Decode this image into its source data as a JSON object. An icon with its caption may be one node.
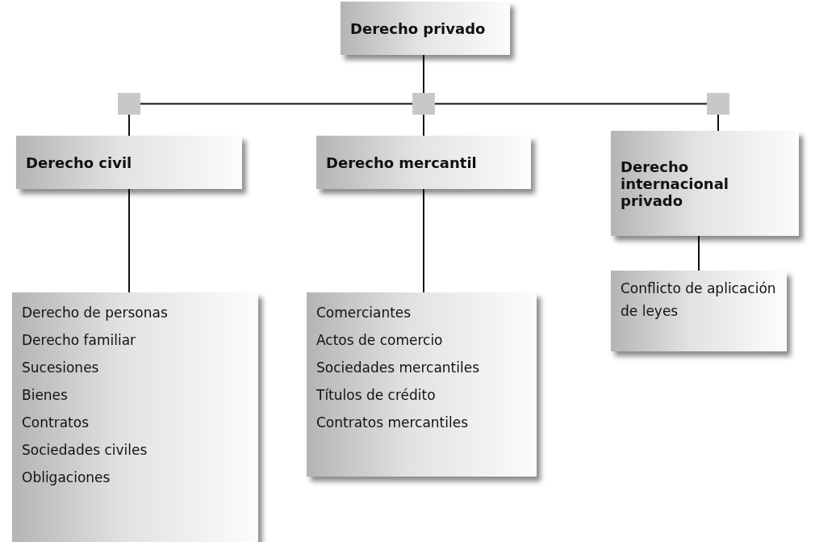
{
  "diagram": {
    "nodes": [
      {
        "text": [
          "Derecho privado"
        ]
      },
      {
        "text": [],
        "shape": "box"
      },
      {
        "text": [],
        "shape": "box"
      },
      {
        "text": [],
        "shape": "box"
      },
      {
        "text": [
          "Derecho civil"
        ]
      },
      {
        "text": [
          "Derecho mercantil"
        ]
      },
      {
        "text": [
          "Derecho internacional privado"
        ]
      },
      {
        "text": [
          "Derecho de personas",
          "Derecho familiar",
          "Sucesiones",
          "Bienes",
          "Contratos",
          "Sociedades civiles",
          "Obligaciones"
        ]
      },
      {
        "text": [
          "Comerciantes",
          "Actos de comercio",
          "Sociedades mercantiles",
          "Títulos de crédito",
          "Contratos mercantiles"
        ]
      },
      {
        "text": [
          "Conflicto de aplicación de leyes"
        ]
      }
    ],
    "edges": [
      {
        "from": 0,
        "to": 2,
        "arrow": "none"
      },
      {
        "from": 2,
        "to": 1,
        "arrow": "none"
      },
      {
        "from": 2,
        "to": 3,
        "arrow": "none"
      },
      {
        "from": 1,
        "to": 4,
        "arrow": "none"
      },
      {
        "from": 2,
        "to": 5,
        "arrow": "none"
      },
      {
        "from": 3,
        "to": 6,
        "arrow": "none"
      },
      {
        "from": 4,
        "to": 7,
        "arrow": "none"
      },
      {
        "from": 5,
        "to": 8,
        "arrow": "none"
      },
      {
        "from": 6,
        "to": 9,
        "arrow": "none"
      }
    ]
  }
}
